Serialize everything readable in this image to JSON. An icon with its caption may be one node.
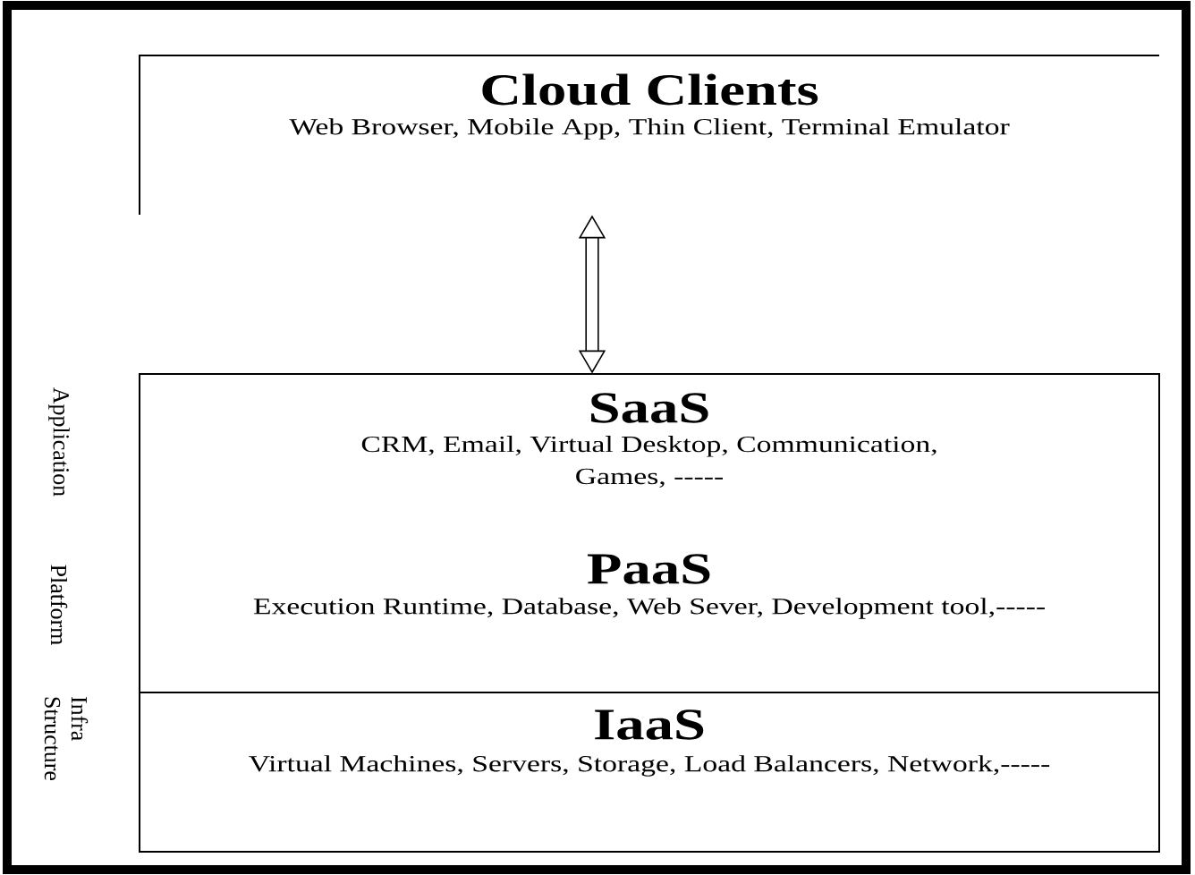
{
  "diagram": {
    "nodes": [
      {
        "text": [
          "Cloud Clients",
          "Web Browser, Mobile App, Thin Client, Terminal Emulator"
        ]
      },
      {
        "text": [
          "SaaS",
          "CRM, Email, Virtual Desktop, Communication, Games, -----",
          "PaaS",
          "Execution Runtime, Database, Web Sever, Development tool,-----"
        ]
      },
      {
        "text": [
          "IaaS",
          "Virtual Machines, Servers, Storage, Load Balancers, Network,-----"
        ]
      }
    ],
    "edges": [
      {
        "from": 0,
        "to": 1,
        "arrow": "both"
      }
    ],
    "labels": [
      "Application",
      "Platform",
      "Infra Structure"
    ]
  }
}
